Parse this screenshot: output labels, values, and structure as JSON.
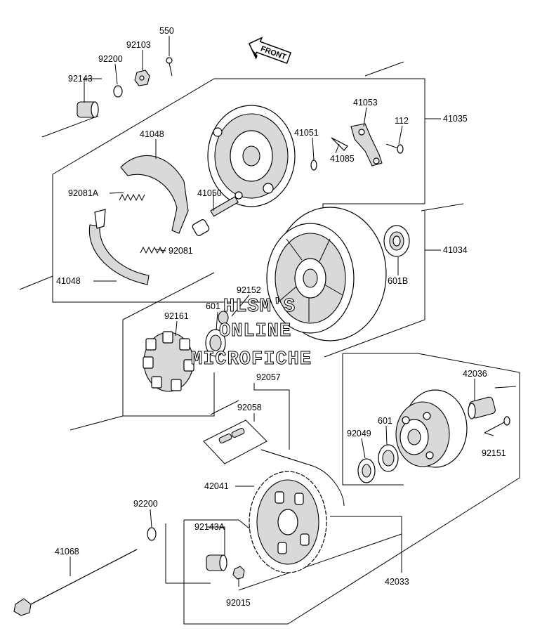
{
  "front_label": "FRONT",
  "watermark": [
    "HLSM'S",
    "ONLINE",
    "MICROFICHE"
  ],
  "labels": {
    "p550": "550",
    "p92103": "92103",
    "p92200a": "92200",
    "p92143": "92143",
    "p41053": "41053",
    "p112": "112",
    "p41035": "41035",
    "p41048a": "41048",
    "p41051": "41051",
    "p41085": "41085",
    "p92081A": "92081A",
    "p41050": "41050",
    "p92081": "92081",
    "p41034": "41034",
    "p601B": "601B",
    "p41048b": "41048",
    "p92152": "92152",
    "p601a": "601",
    "p92161": "92161",
    "p92057": "92057",
    "p92058": "92058",
    "p42036": "42036",
    "p601b": "601",
    "p92049": "92049",
    "p92151": "92151",
    "p42041": "42041",
    "p92200b": "92200",
    "p92143A": "92143A",
    "p41068": "41068",
    "p42033": "42033",
    "p92015": "92015"
  }
}
